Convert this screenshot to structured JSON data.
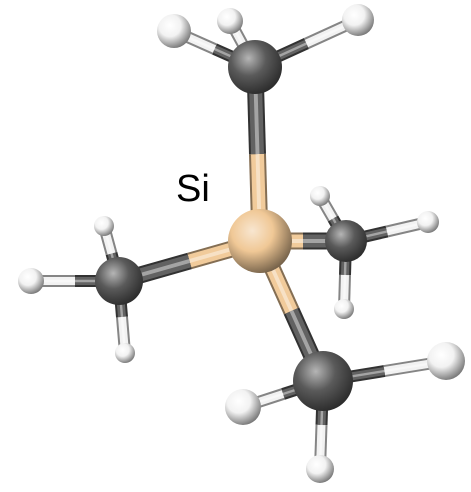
{
  "molecule": {
    "label": "Si",
    "colors": {
      "silicon": "#f0c896",
      "carbon": "#5a5a5a",
      "hydrogen": "#f2f2f2"
    },
    "atoms": [
      {
        "id": "si",
        "element": "Si"
      },
      {
        "id": "c-top",
        "element": "C"
      },
      {
        "id": "c-left",
        "element": "C"
      },
      {
        "id": "c-right",
        "element": "C"
      },
      {
        "id": "c-bottom",
        "element": "C"
      },
      {
        "id": "h-top-left",
        "element": "H"
      },
      {
        "id": "h-top-back",
        "element": "H"
      },
      {
        "id": "h-top-right",
        "element": "H"
      },
      {
        "id": "h-left-up",
        "element": "H"
      },
      {
        "id": "h-left-left",
        "element": "H"
      },
      {
        "id": "h-left-down",
        "element": "H"
      },
      {
        "id": "h-right-up",
        "element": "H"
      },
      {
        "id": "h-right-right",
        "element": "H"
      },
      {
        "id": "h-right-down",
        "element": "H"
      },
      {
        "id": "h-bottom-left",
        "element": "H"
      },
      {
        "id": "h-bottom-right",
        "element": "H"
      },
      {
        "id": "h-bottom-down",
        "element": "H"
      }
    ],
    "bonds": [
      [
        "si",
        "c-top"
      ],
      [
        "si",
        "c-left"
      ],
      [
        "si",
        "c-right"
      ],
      [
        "si",
        "c-bottom"
      ],
      [
        "c-top",
        "h-top-left"
      ],
      [
        "c-top",
        "h-top-back"
      ],
      [
        "c-top",
        "h-top-right"
      ],
      [
        "c-left",
        "h-left-up"
      ],
      [
        "c-left",
        "h-left-left"
      ],
      [
        "c-left",
        "h-left-down"
      ],
      [
        "c-right",
        "h-right-up"
      ],
      [
        "c-right",
        "h-right-right"
      ],
      [
        "c-right",
        "h-right-down"
      ],
      [
        "c-bottom",
        "h-bottom-left"
      ],
      [
        "c-bottom",
        "h-bottom-right"
      ],
      [
        "c-bottom",
        "h-bottom-down"
      ]
    ]
  }
}
